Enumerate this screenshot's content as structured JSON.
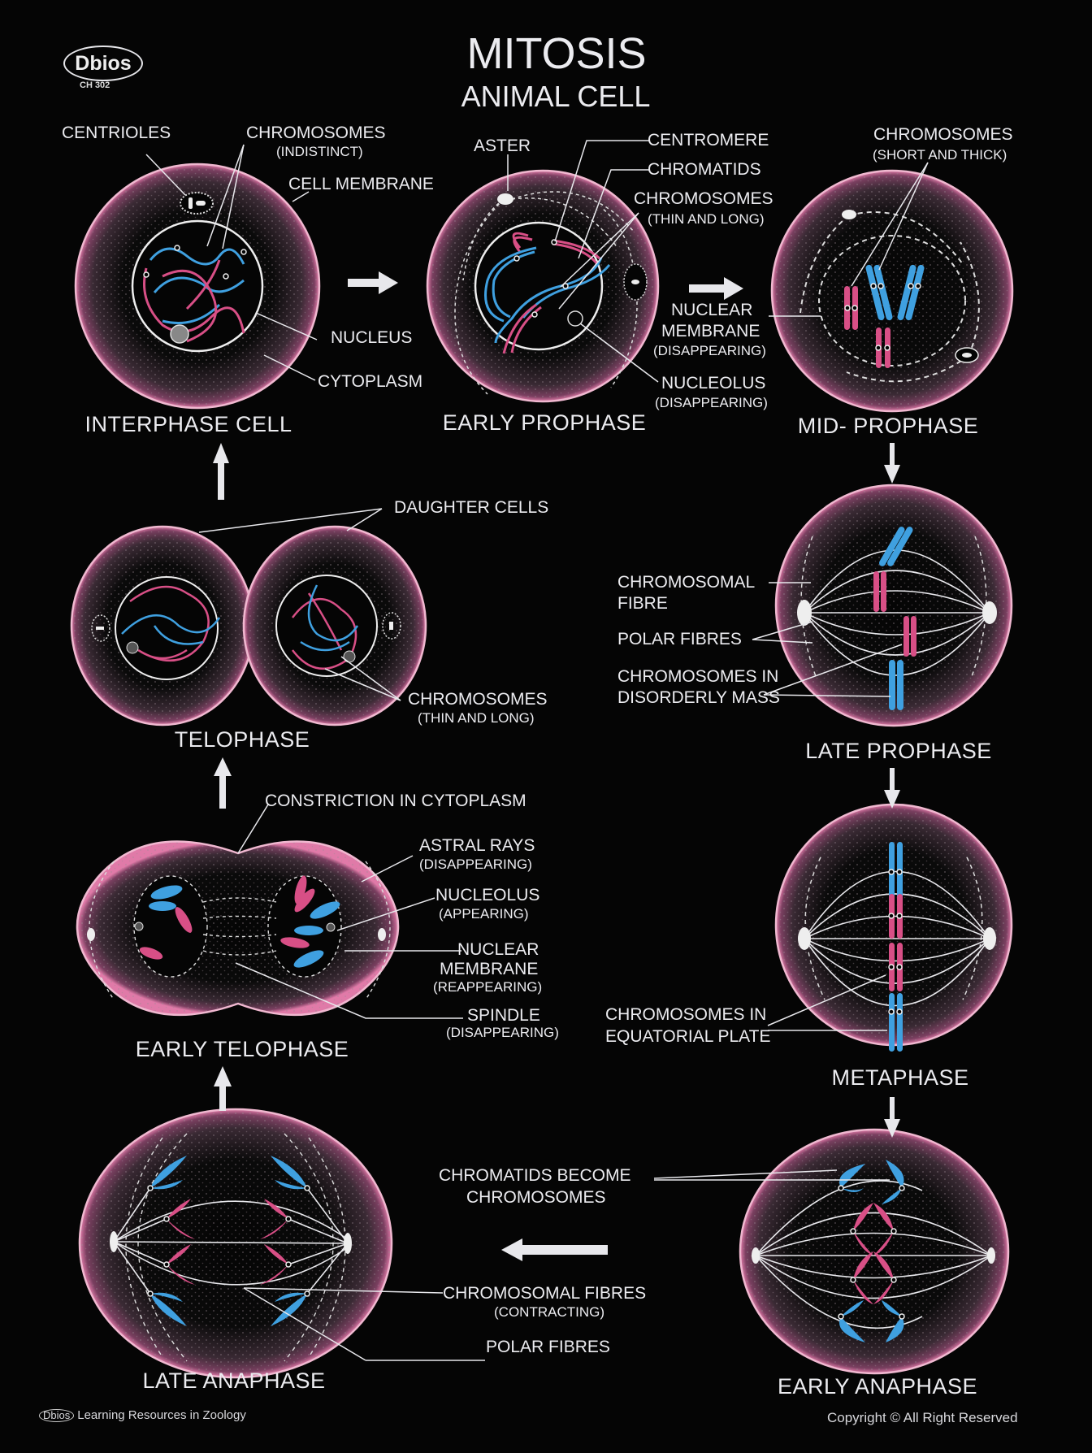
{
  "header": {
    "brand": "Dbios",
    "code": "CH 302",
    "title": "MITOSIS",
    "subtitle": "ANIMAL CELL"
  },
  "colors": {
    "background": "#050505",
    "membrane_pink": "#e07aa8",
    "chromosome_blue": "#3fa0e0",
    "chromosome_pink": "#d84f86",
    "line_white": "#e8e8ec"
  },
  "stages": [
    {
      "id": "interphase",
      "name": "INTERPHASE CELL",
      "labels": [
        {
          "text": "CENTRIOLES"
        },
        {
          "text": "CHROMOSOMES",
          "sub": "(INDISTINCT)"
        },
        {
          "text": "CELL MEMBRANE"
        },
        {
          "text": "NUCLEUS"
        },
        {
          "text": "CYTOPLASM"
        }
      ]
    },
    {
      "id": "early-prophase",
      "name": "EARLY PROPHASE",
      "labels": [
        {
          "text": "ASTER"
        },
        {
          "text": "CENTROMERE"
        },
        {
          "text": "CHROMATIDS"
        },
        {
          "text": "CHROMOSOMES",
          "sub": "(THIN AND LONG)"
        },
        {
          "text": "NUCLEAR",
          "text2": "MEMBRANE",
          "sub": "(DISAPPEARING)"
        },
        {
          "text": "NUCLEOLUS",
          "sub": "(DISAPPEARING)"
        }
      ]
    },
    {
      "id": "mid-prophase",
      "name": "MID- PROPHASE",
      "labels": [
        {
          "text": "CHROMOSOMES",
          "sub": "(SHORT AND THICK)"
        }
      ]
    },
    {
      "id": "late-prophase",
      "name": "LATE  PROPHASE",
      "labels": [
        {
          "text": "CHROMOSOMAL",
          "text2": "FIBRE"
        },
        {
          "text": "POLAR FIBRES"
        },
        {
          "text": "CHROMOSOMES IN",
          "text2": "DISORDERLY MASS"
        }
      ]
    },
    {
      "id": "metaphase",
      "name": "METAPHASE",
      "labels": [
        {
          "text": "CHROMOSOMES IN",
          "text2": "EQUATORIAL PLATE"
        }
      ]
    },
    {
      "id": "early-anaphase",
      "name": "EARLY ANAPHASE",
      "labels": [
        {
          "text": "CHROMATIDS BECOME",
          "text2": "CHROMOSOMES"
        },
        {
          "text": "CHROMOSOMAL FIBRES",
          "sub": "(CONTRACTING)"
        },
        {
          "text": "POLAR FIBRES"
        }
      ]
    },
    {
      "id": "late-anaphase",
      "name": "LATE  ANAPHASE",
      "labels": []
    },
    {
      "id": "early-telophase",
      "name": "EARLY  TELOPHASE",
      "labels": [
        {
          "text": "CONSTRICTION IN CYTOPLASM"
        },
        {
          "text": "ASTRAL RAYS",
          "sub": "(DISAPPEARING)"
        },
        {
          "text": "NUCLEOLUS",
          "sub": "(APPEARING)"
        },
        {
          "text": "NUCLEAR",
          "text2": "MEMBRANE",
          "sub": "(REAPPEARING)"
        },
        {
          "text": "SPINDLE",
          "sub": "(DISAPPEARING)"
        }
      ]
    },
    {
      "id": "telophase",
      "name": "TELOPHASE",
      "labels": [
        {
          "text": "DAUGHTER CELLS"
        },
        {
          "text": "CHROMOSOMES",
          "sub": "(THIN AND LONG)"
        }
      ]
    }
  ],
  "flow_arrows": [
    {
      "from": "interphase",
      "to": "early-prophase",
      "direction": "right"
    },
    {
      "from": "early-prophase",
      "to": "mid-prophase",
      "direction": "right"
    },
    {
      "from": "mid-prophase",
      "to": "late-prophase",
      "direction": "down"
    },
    {
      "from": "late-prophase",
      "to": "metaphase",
      "direction": "down"
    },
    {
      "from": "metaphase",
      "to": "early-anaphase",
      "direction": "down"
    },
    {
      "from": "early-anaphase",
      "to": "late-anaphase",
      "direction": "left"
    },
    {
      "from": "late-anaphase",
      "to": "early-telophase",
      "direction": "up"
    },
    {
      "from": "early-telophase",
      "to": "telophase",
      "direction": "up"
    },
    {
      "from": "telophase",
      "to": "interphase",
      "direction": "up"
    }
  ],
  "footer": {
    "brand": "Dbios",
    "tagline": "Learning Resources in Zoology",
    "copyright": "Copyright © All Right Reserved"
  }
}
